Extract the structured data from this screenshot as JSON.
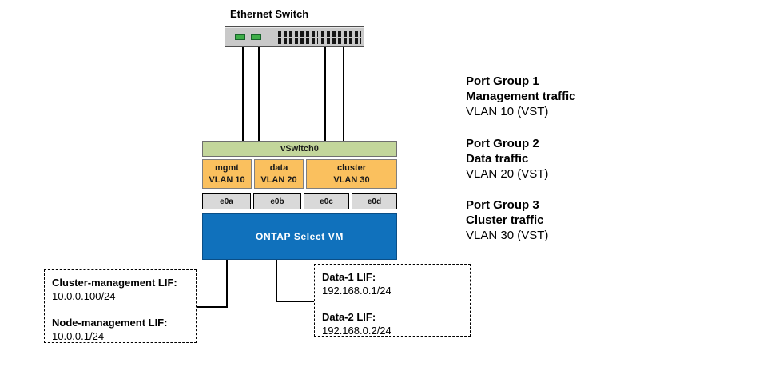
{
  "diagram": {
    "switch_label": "Ethernet Switch",
    "vswitch_label": "vSwitch0",
    "vm_label": "ONTAP Select VM",
    "vlan_boxes": [
      {
        "name": "mgmt",
        "vlan": "VLAN 10"
      },
      {
        "name": "data",
        "vlan": "VLAN 20"
      },
      {
        "name": "cluster",
        "vlan": "VLAN 30"
      }
    ],
    "ports": [
      "e0a",
      "e0b",
      "e0c",
      "e0d"
    ],
    "port_groups_panel": [
      {
        "title": "Port Group 1",
        "subtitle": "Management traffic",
        "vlan": "VLAN 10 (VST)"
      },
      {
        "title": "Port Group 2",
        "subtitle": "Data traffic",
        "vlan": "VLAN 20 (VST)"
      },
      {
        "title": "Port Group 3",
        "subtitle": "Cluster traffic",
        "vlan": "VLAN 30 (VST)"
      }
    ],
    "left_callout": {
      "line1_title": "Cluster-management LIF:",
      "line1_value": "10.0.0.100/24",
      "line2_title": "Node-management LIF:",
      "line2_value": "10.0.0.1/24"
    },
    "right_callout": {
      "line1_title": "Data-1 LIF:",
      "line1_value": "192.168.0.1/24",
      "line2_title": "Data-2 LIF:",
      "line2_value": "192.168.0.2/24"
    },
    "colors": {
      "vswitch_green": "#c3d69b",
      "vlan_orange": "#fac05e",
      "port_gray": "#d9d9d9",
      "vm_blue": "#1071bc",
      "switch_body": "#c9c9c9",
      "port_green": "#3fae49"
    }
  }
}
